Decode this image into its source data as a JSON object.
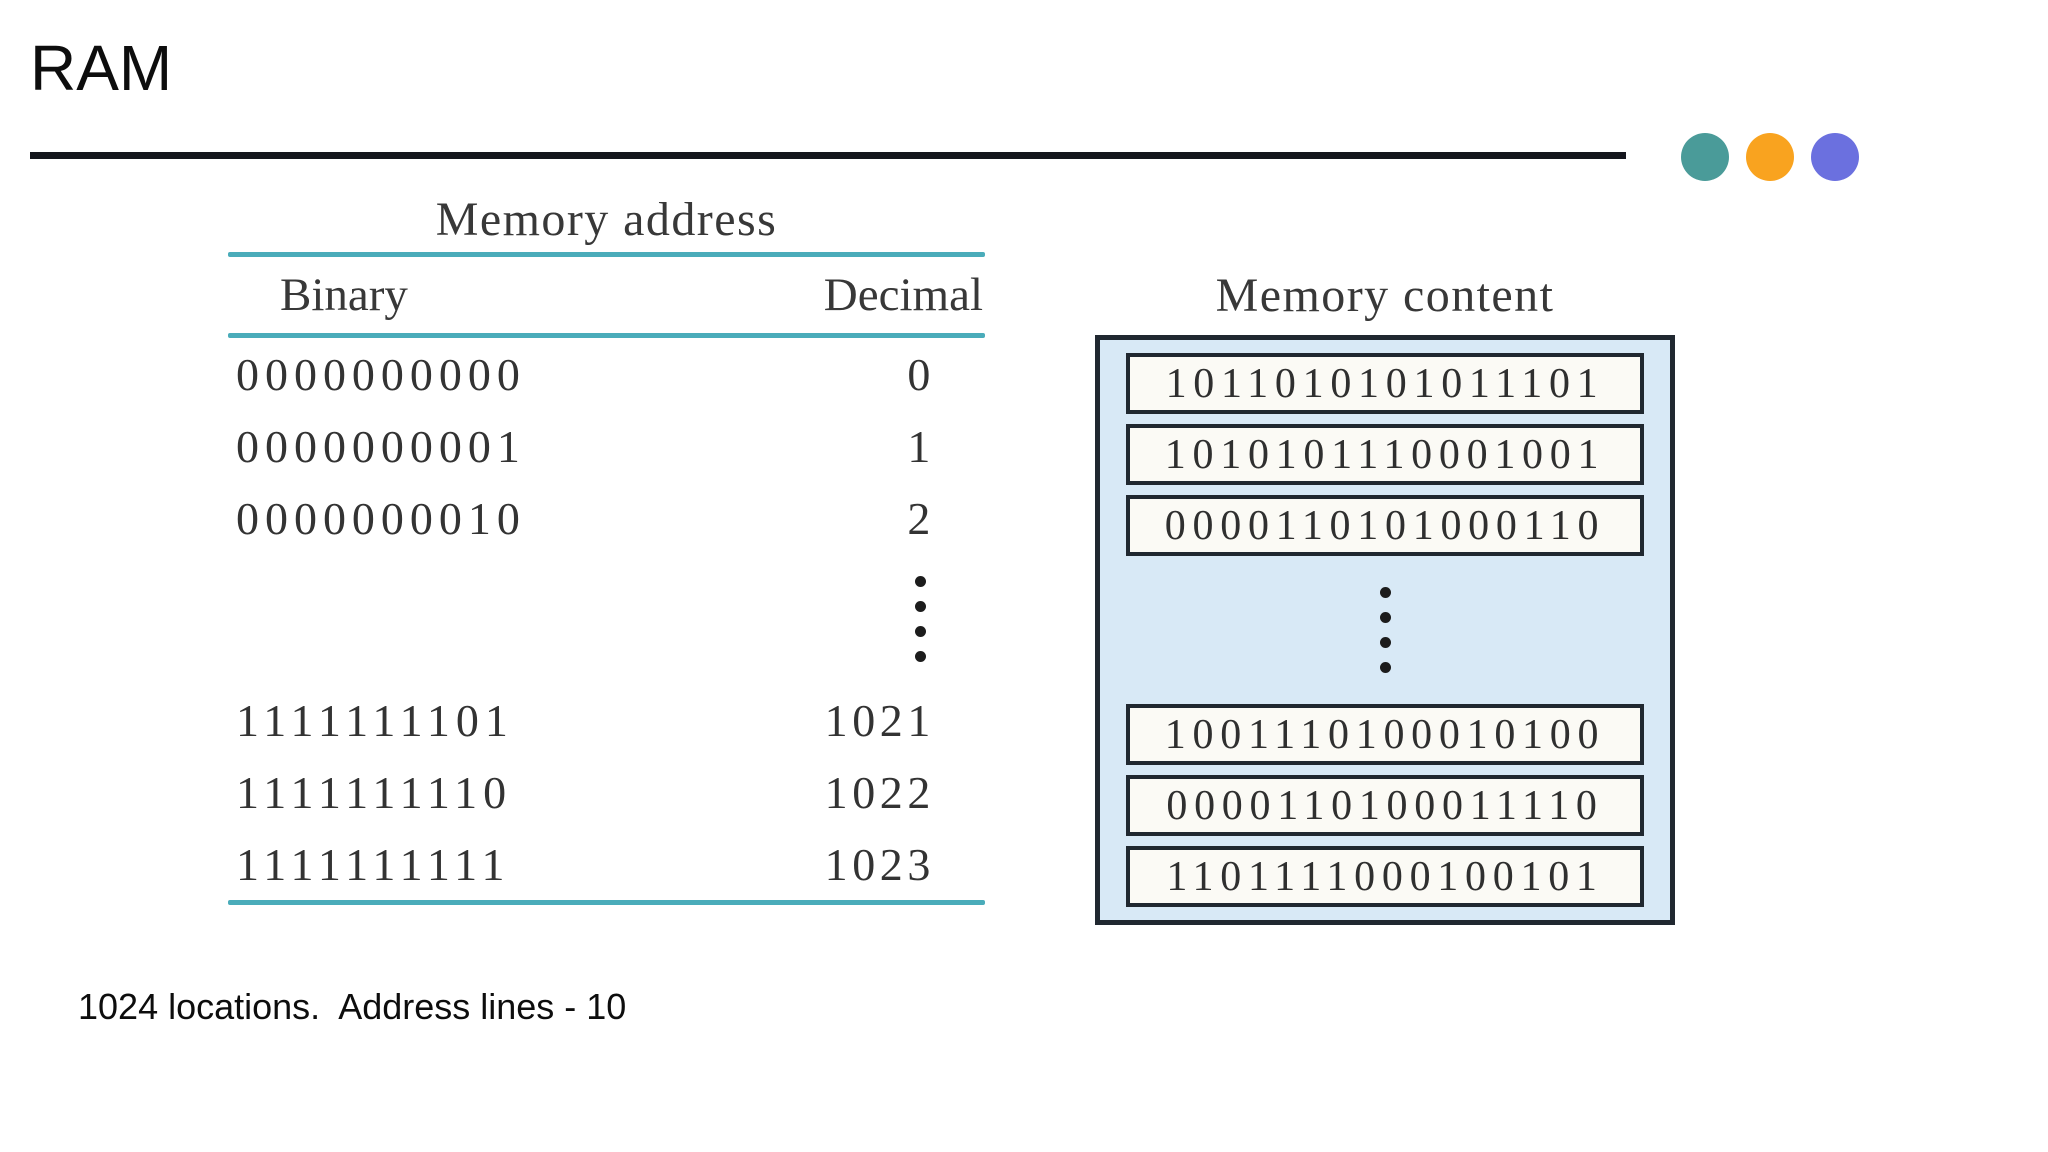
{
  "slide": {
    "title": "RAM",
    "caption": "1024 locations.  Address lines - 10",
    "decor_dots": [
      {
        "name": "teal-dot",
        "color": "#4a9b99"
      },
      {
        "name": "orange-dot",
        "color": "#f9a31f"
      },
      {
        "name": "purple-dot",
        "color": "#6b70df"
      }
    ]
  },
  "figure": {
    "address_table": {
      "title": "Memory address",
      "columns": [
        {
          "label": "Binary"
        },
        {
          "label": "Decimal"
        }
      ],
      "rows": [
        {
          "binary": "0000000000",
          "decimal": "0"
        },
        {
          "binary": "0000000001",
          "decimal": "1"
        },
        {
          "binary": "0000000010",
          "decimal": "2"
        },
        {
          "binary": "1111111101",
          "decimal": "1021"
        },
        {
          "binary": "1111111110",
          "decimal": "1022"
        },
        {
          "binary": "1111111111",
          "decimal": "1023"
        }
      ],
      "ellipsis": {
        "dots": 4,
        "column": "Decimal"
      }
    },
    "memory_content": {
      "title": "Memory content",
      "top_cells": [
        "1011010101011101",
        "1010101110001001",
        "0000110101000110"
      ],
      "bottom_cells": [
        "1001110100010100",
        "0000110100011110",
        "1101111000100101"
      ],
      "ellipsis": {
        "dots": 4
      }
    },
    "colors": {
      "rule_teal": "#4aacba",
      "box_background": "#d8e9f6",
      "cell_background": "#fbfaf5",
      "box_border": "#202830",
      "figure_text": "#333333",
      "title_rule": "#14161d"
    }
  }
}
